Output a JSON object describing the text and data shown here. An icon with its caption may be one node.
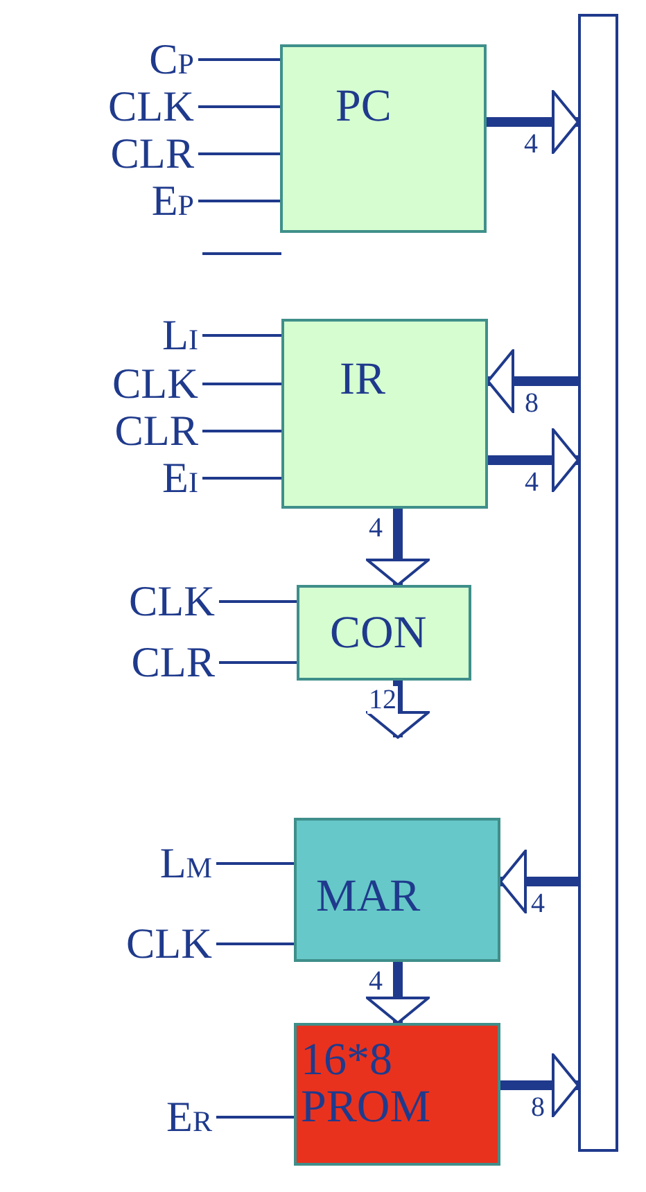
{
  "diagram": {
    "nodes": [
      {
        "text": [
          "C$_{P}$"
        ]
      },
      {
        "text": [
          "CLK"
        ]
      },
      {
        "text": [
          "CLR"
        ]
      },
      {
        "text": [
          "E$_{P}$"
        ]
      },
      {
        "text": [
          "PC"
        ]
      },
      {
        "text": [],
        "shape": "bar"
      },
      {
        "text": [
          "L$_{I}$"
        ]
      },
      {
        "text": [
          "CLK"
        ]
      },
      {
        "text": [
          "CLR"
        ]
      },
      {
        "text": [
          "E$_{I}$"
        ]
      },
      {
        "text": [
          "IR"
        ]
      },
      {
        "text": [
          "CLK"
        ]
      },
      {
        "text": [
          "CLR"
        ]
      },
      {
        "text": [
          "CON"
        ]
      },
      {
        "text": [
          "L$_{M}$"
        ]
      },
      {
        "text": [
          "CLK"
        ]
      },
      {
        "text": [
          "MAR"
        ]
      },
      {
        "text": [
          "E$_{R}$"
        ]
      },
      {
        "text": [
          "16*8 PROM"
        ]
      }
    ],
    "edges": [
      {
        "from": 0,
        "to": 4,
        "arrow": "none"
      },
      {
        "from": 1,
        "to": 4,
        "arrow": "to"
      },
      {
        "from": 2,
        "to": 4,
        "arrow": "none"
      },
      {
        "from": 3,
        "to": 4,
        "arrow": "none"
      },
      {
        "from": 4,
        "to": 5,
        "arrow": "to",
        "label": "4",
        "style": "thick"
      },
      {
        "from": 6,
        "to": 10,
        "arrow": "none"
      },
      {
        "from": 7,
        "to": 10,
        "arrow": "to"
      },
      {
        "from": 8,
        "to": 10,
        "arrow": "none"
      },
      {
        "from": 9,
        "to": 10,
        "arrow": "none"
      },
      {
        "from": 5,
        "to": 10,
        "arrow": "to",
        "label": "8",
        "style": "thick"
      },
      {
        "from": 10,
        "to": 5,
        "arrow": "to",
        "label": "4",
        "style": "thick"
      },
      {
        "from": 10,
        "to": 13,
        "arrow": "to",
        "label": "4",
        "style": "thick"
      },
      {
        "from": 11,
        "to": 13,
        "arrow": "to"
      },
      {
        "from": 12,
        "to": 13,
        "arrow": "none"
      },
      {
        "from": 13,
        "to": null,
        "arrow": "to",
        "label": "12",
        "style": "thick"
      },
      {
        "from": 14,
        "to": 16,
        "arrow": "none"
      },
      {
        "from": 15,
        "to": 16,
        "arrow": "to"
      },
      {
        "from": 5,
        "to": 16,
        "arrow": "to",
        "label": "4",
        "style": "thick"
      },
      {
        "from": 16,
        "to": 18,
        "arrow": "to",
        "label": "4",
        "style": "thick"
      },
      {
        "from": 17,
        "to": 18,
        "arrow": "none"
      },
      {
        "from": 18,
        "to": 5,
        "arrow": "to",
        "label": "8",
        "style": "thick"
      }
    ]
  }
}
